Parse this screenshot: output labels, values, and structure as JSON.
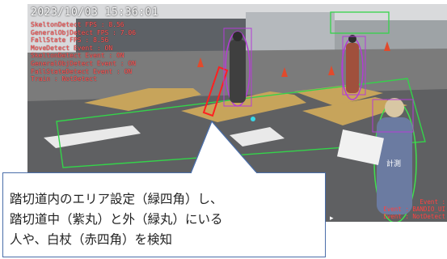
{
  "camera": {
    "timestamp": "2023/10/03 15:36:01",
    "overlay_lines": [
      "SkeltonDetect  FPS : 8.56",
      "GeneralObjDetect  FPS : 7.06",
      "FallState  FPS : 8.56",
      "MoveDetect  Event : ON",
      "SkeltonDetect  Event : ON",
      "GeneralObjDetect  Event : ON",
      "FallStateDetect  Event : ON",
      "Train : NotDetect"
    ],
    "bottom_right_lines": [
      "Event :",
      "Event : BANDIO_UI",
      "Event : NotDetect"
    ],
    "person_sign_text": "計測"
  },
  "callout": {
    "line1": "踏切道内のエリア設定（緑四角）し、",
    "line2": "踏切道中（紫丸）と外（緑丸）にいる",
    "line3": "人や、白杖（赤四角）を検知"
  },
  "colors": {
    "area_green": "#34d34a",
    "inside_purple": "#b43cd6",
    "outside_green": "#3fe04f",
    "cane_red": "#ff2020",
    "callout_border": "#4a6ea9"
  }
}
